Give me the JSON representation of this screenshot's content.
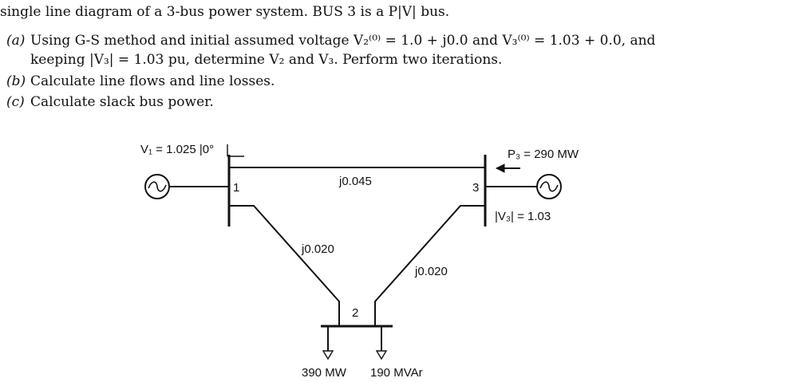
{
  "problem": {
    "line0": "single line diagram of a 3-bus power system. BUS 3 is a P|V| bus.",
    "a_tag": "(a)",
    "a_line1": "Using G-S method and initial assumed voltage V₂⁽⁰⁾ = 1.0 + j0.0 and V₃⁽⁰⁾ = 1.03 + 0.0, and",
    "a_line2": "keeping |V₃| = 1.03 pu, determine V₂ and V₃. Perform two iterations.",
    "b_tag": "(b)",
    "b_text": "Calculate line flows and line losses.",
    "c_tag": "(c)",
    "c_text": "Calculate slack bus power."
  },
  "diagram": {
    "v1_label": "V₁ = 1.025 |0°",
    "p3_label": "P₃ = 290 MW",
    "v3_mag_label": "|V₃| = 1.03",
    "bus1": "1",
    "bus2": "2",
    "bus3": "3",
    "line_13": "j0.045",
    "line_12": "j0.020",
    "line_23": "j0.020",
    "load_p": "390 MW",
    "load_q": "190 MVAr",
    "icons": [
      "generator-icon",
      "load-arrow-icon",
      "injection-arrow-icon"
    ]
  }
}
